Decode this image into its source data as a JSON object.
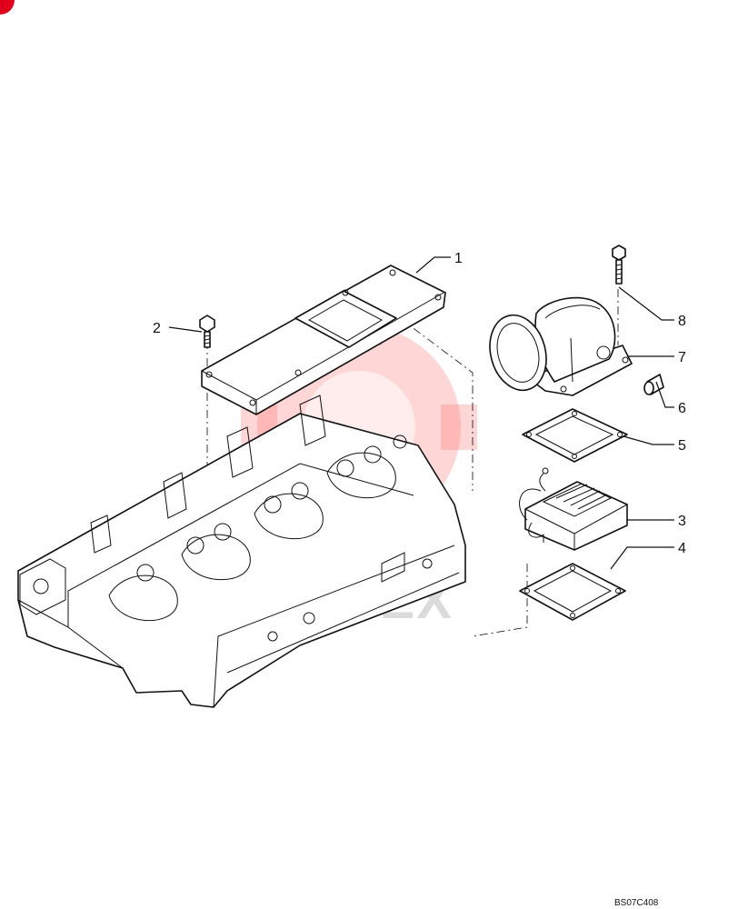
{
  "diagram": {
    "callouts": [
      {
        "id": "1",
        "label": "1"
      },
      {
        "id": "2",
        "label": "2"
      },
      {
        "id": "3",
        "label": "3"
      },
      {
        "id": "4",
        "label": "4"
      },
      {
        "id": "5",
        "label": "5"
      },
      {
        "id": "6",
        "label": "6"
      },
      {
        "id": "7",
        "label": "7"
      },
      {
        "id": "8",
        "label": "8"
      }
    ],
    "drawing_code": "BS07C408",
    "watermark_text": "IIHTEX"
  },
  "colors": {
    "line": "#111111",
    "watermark": "#ff6b6b",
    "corner_mark": "#e0001b"
  }
}
